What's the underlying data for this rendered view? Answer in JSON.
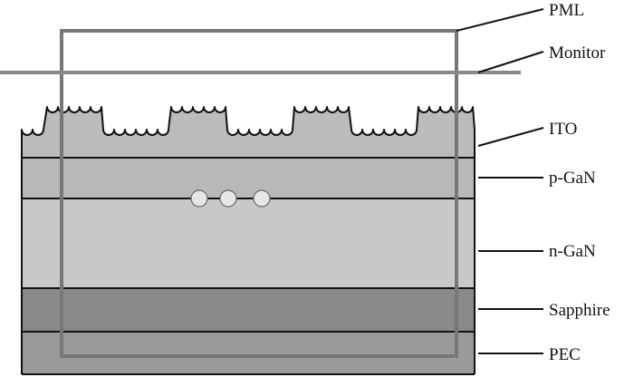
{
  "labels": {
    "pml": "PML",
    "monitor": "Monitor",
    "ito": "ITO",
    "pgan": "p-GaN",
    "ngan": "n-GaN",
    "sapphire": "Sapphire",
    "pec": "PEC"
  },
  "colors": {
    "ito": "#bcbcbc",
    "pgan": "#b8b8b8",
    "ngan": "#c8c8c8",
    "sapphire": "#8a8a8a",
    "pec": "#9a9a9a",
    "pml_box": "#777777",
    "monitor_line": "#8a8a8a",
    "sources": "#e6e6e6"
  },
  "sources_count": 3
}
